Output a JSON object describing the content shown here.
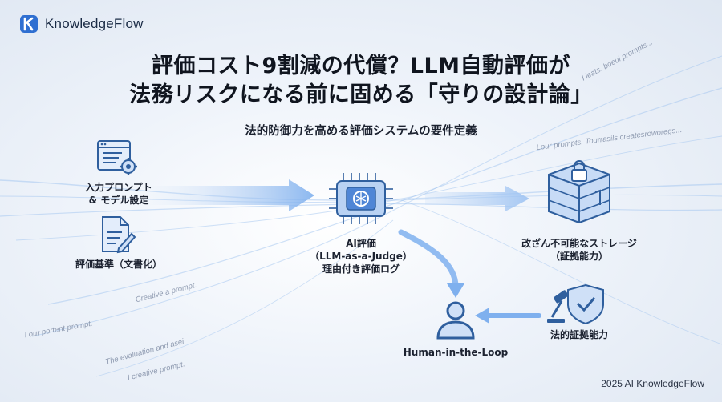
{
  "brand": {
    "name": "KnowledgeFlow"
  },
  "title": {
    "line1": "評価コスト9割減の代償？LLM自動評価が",
    "line2": "法務リスクになる前に固める「守りの設計論」"
  },
  "subtitle": "法的防御力を高める評価システムの要件定義",
  "nodes": {
    "input_prompt": {
      "line1": "入力プロンプト",
      "line2": "& モデル設定"
    },
    "criteria": {
      "label": "評価基準（文書化）"
    },
    "ai_judge": {
      "line1": "AI評価",
      "line2": "（LLM-as-a-Judge）",
      "line3": "理由付き評価ログ"
    },
    "storage": {
      "line1": "改ざん不可能なストレージ",
      "line2": "（証拠能力）"
    },
    "legal": {
      "label": "法的証拠能力"
    },
    "human": {
      "label": "Human-in-the-Loop"
    }
  },
  "faint_texts": [
    "Lour prompts. Tourrasils createsroworegs...",
    "I leats, boeul prompts...",
    "Creative a prompt.",
    "I our portent prompt.",
    "The evaluation and asei",
    "I creative prompt."
  ],
  "footer": "2025 AI KnowledgeFlow",
  "colors": {
    "accent": "#3a78d8",
    "title": "#10151f",
    "icon_fill": "#cfe0f7",
    "icon_stroke": "#2f5f9e"
  }
}
